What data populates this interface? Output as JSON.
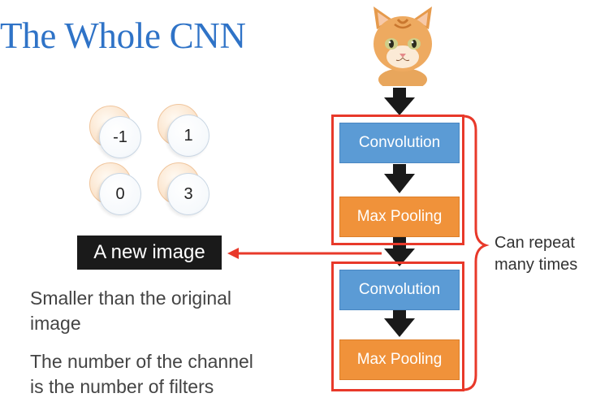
{
  "title": "The Whole CNN",
  "feature_map": {
    "values": [
      "-1",
      "1",
      "0",
      "3"
    ]
  },
  "new_image_label": "A new image",
  "notes": {
    "line1a": "Smaller than the original",
    "line1b": "image",
    "line2a": "The number of the channel",
    "line2b": "is the number of filters"
  },
  "pipeline": {
    "blocks": [
      "Convolution",
      "Max Pooling",
      "Convolution",
      "Max Pooling"
    ]
  },
  "repeat": {
    "line1": "Can repeat",
    "line2": "many times"
  },
  "colors": {
    "title": "#2f73c7",
    "convolution": "#5b9bd5",
    "max_pooling": "#f0923a",
    "highlight": "#e8392a"
  }
}
